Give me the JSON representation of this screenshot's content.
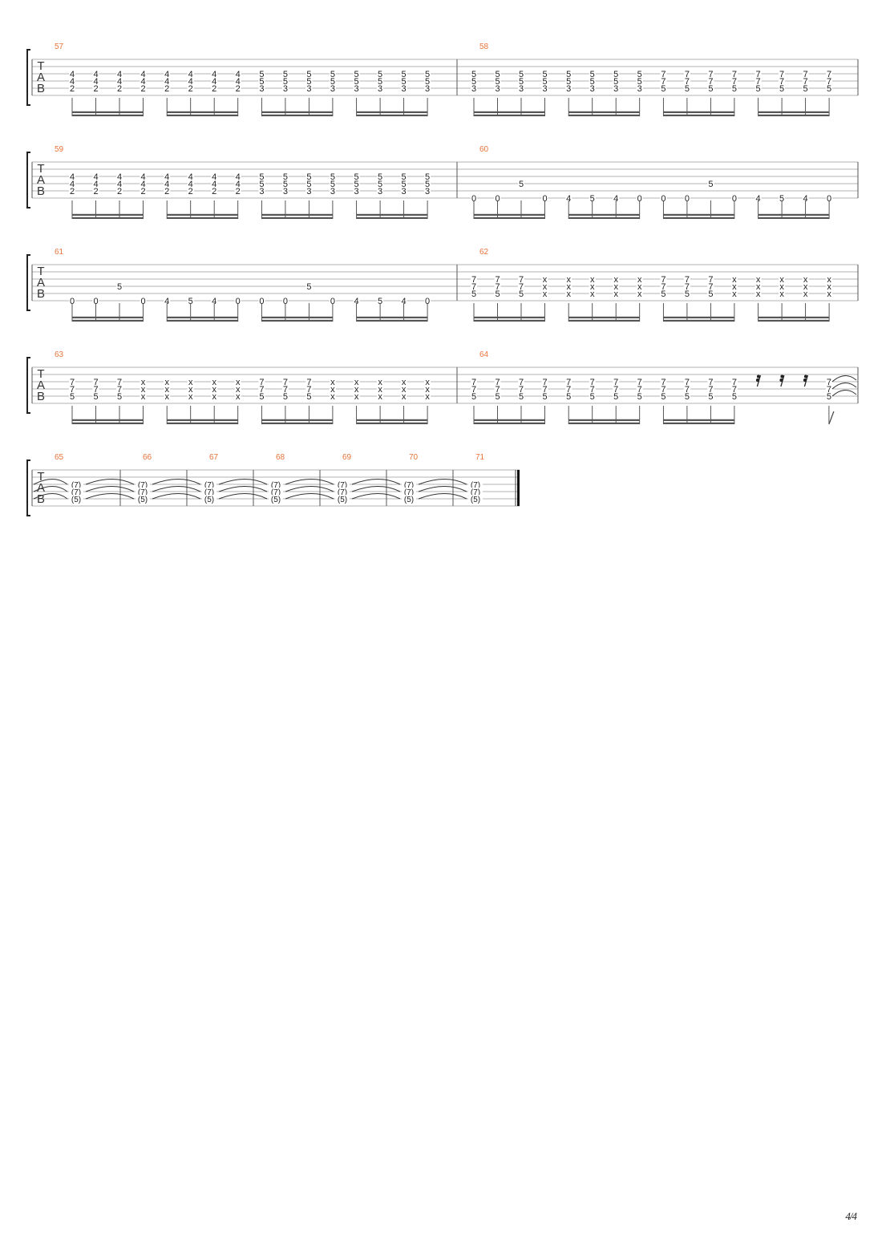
{
  "page": {
    "number": "4/4"
  },
  "clef": [
    "T",
    "A",
    "B"
  ],
  "systems": [
    {
      "measures": [
        {
          "number": "57",
          "beats": [
            [
              "4",
              "4",
              "2"
            ],
            [
              "4",
              "4",
              "2"
            ],
            [
              "4",
              "4",
              "2"
            ],
            [
              "4",
              "4",
              "2"
            ],
            [
              "4",
              "4",
              "2"
            ],
            [
              "4",
              "4",
              "2"
            ],
            [
              "4",
              "4",
              "2"
            ],
            [
              "4",
              "4",
              "2"
            ],
            [
              "5",
              "5",
              "3"
            ],
            [
              "5",
              "5",
              "3"
            ],
            [
              "5",
              "5",
              "3"
            ],
            [
              "5",
              "5",
              "3"
            ],
            [
              "5",
              "5",
              "3"
            ],
            [
              "5",
              "5",
              "3"
            ],
            [
              "5",
              "5",
              "3"
            ],
            [
              "5",
              "5",
              "3"
            ]
          ]
        },
        {
          "number": "58",
          "beats": [
            [
              "5",
              "5",
              "3"
            ],
            [
              "5",
              "5",
              "3"
            ],
            [
              "5",
              "5",
              "3"
            ],
            [
              "5",
              "5",
              "3"
            ],
            [
              "5",
              "5",
              "3"
            ],
            [
              "5",
              "5",
              "3"
            ],
            [
              "5",
              "5",
              "3"
            ],
            [
              "5",
              "5",
              "3"
            ],
            [
              "7",
              "7",
              "5"
            ],
            [
              "7",
              "7",
              "5"
            ],
            [
              "7",
              "7",
              "5"
            ],
            [
              "7",
              "7",
              "5"
            ],
            [
              "7",
              "7",
              "5"
            ],
            [
              "7",
              "7",
              "5"
            ],
            [
              "7",
              "7",
              "5"
            ],
            [
              "7",
              "7",
              "5"
            ]
          ]
        }
      ]
    },
    {
      "measures": [
        {
          "number": "59",
          "beats": [
            [
              "4",
              "4",
              "2"
            ],
            [
              "4",
              "4",
              "2"
            ],
            [
              "4",
              "4",
              "2"
            ],
            [
              "4",
              "4",
              "2"
            ],
            [
              "4",
              "4",
              "2"
            ],
            [
              "4",
              "4",
              "2"
            ],
            [
              "4",
              "4",
              "2"
            ],
            [
              "4",
              "4",
              "2"
            ],
            [
              "5",
              "5",
              "3"
            ],
            [
              "5",
              "5",
              "3"
            ],
            [
              "5",
              "5",
              "3"
            ],
            [
              "5",
              "5",
              "3"
            ],
            [
              "5",
              "5",
              "3"
            ],
            [
              "5",
              "5",
              "3"
            ],
            [
              "5",
              "5",
              "3"
            ],
            [
              "5",
              "5",
              "3"
            ]
          ]
        },
        {
          "number": "60",
          "riff": [
            "0",
            "0",
            "5",
            "0",
            "4",
            "5",
            "4",
            "0",
            "0",
            "0",
            "5",
            "0",
            "4",
            "5",
            "4",
            "0"
          ]
        }
      ]
    },
    {
      "measures": [
        {
          "number": "61",
          "riff": [
            "0",
            "0",
            "5",
            "0",
            "4",
            "5",
            "4",
            "0",
            "0",
            "0",
            "5",
            "0",
            "4",
            "5",
            "4",
            "0"
          ]
        },
        {
          "number": "62",
          "beats": [
            [
              "7",
              "7",
              "5"
            ],
            [
              "7",
              "7",
              "5"
            ],
            [
              "7",
              "7",
              "5"
            ],
            [
              "x",
              "x",
              "x"
            ],
            [
              "x",
              "x",
              "x"
            ],
            [
              "x",
              "x",
              "x"
            ],
            [
              "x",
              "x",
              "x"
            ],
            [
              "x",
              "x",
              "x"
            ],
            [
              "7",
              "7",
              "5"
            ],
            [
              "7",
              "7",
              "5"
            ],
            [
              "7",
              "7",
              "5"
            ],
            [
              "x",
              "x",
              "x"
            ],
            [
              "x",
              "x",
              "x"
            ],
            [
              "x",
              "x",
              "x"
            ],
            [
              "x",
              "x",
              "x"
            ],
            [
              "x",
              "x",
              "x"
            ]
          ]
        }
      ]
    },
    {
      "measures": [
        {
          "number": "63",
          "beats": [
            [
              "7",
              "7",
              "5"
            ],
            [
              "7",
              "7",
              "5"
            ],
            [
              "7",
              "7",
              "5"
            ],
            [
              "x",
              "x",
              "x"
            ],
            [
              "x",
              "x",
              "x"
            ],
            [
              "x",
              "x",
              "x"
            ],
            [
              "x",
              "x",
              "x"
            ],
            [
              "x",
              "x",
              "x"
            ],
            [
              "7",
              "7",
              "5"
            ],
            [
              "7",
              "7",
              "5"
            ],
            [
              "7",
              "7",
              "5"
            ],
            [
              "x",
              "x",
              "x"
            ],
            [
              "x",
              "x",
              "x"
            ],
            [
              "x",
              "x",
              "x"
            ],
            [
              "x",
              "x",
              "x"
            ],
            [
              "x",
              "x",
              "x"
            ]
          ]
        },
        {
          "number": "64",
          "beats": [
            [
              "7",
              "7",
              "5"
            ],
            [
              "7",
              "7",
              "5"
            ],
            [
              "7",
              "7",
              "5"
            ],
            [
              "7",
              "7",
              "5"
            ],
            [
              "7",
              "7",
              "5"
            ],
            [
              "7",
              "7",
              "5"
            ],
            [
              "7",
              "7",
              "5"
            ],
            [
              "7",
              "7",
              "5"
            ],
            [
              "7",
              "7",
              "5"
            ],
            [
              "7",
              "7",
              "5"
            ],
            [
              "7",
              "7",
              "5"
            ],
            [
              "7",
              "7",
              "5"
            ]
          ],
          "final_chord": [
            "7",
            "7",
            "5"
          ]
        }
      ]
    },
    {
      "measures": [
        {
          "number": "65",
          "tied": [
            "(7)",
            "(7)",
            "(5)"
          ]
        },
        {
          "number": "66",
          "tied": [
            "(7)",
            "(7)",
            "(5)"
          ]
        },
        {
          "number": "67",
          "tied": [
            "(7)",
            "(7)",
            "(5)"
          ]
        },
        {
          "number": "68",
          "tied": [
            "(7)",
            "(7)",
            "(5)"
          ]
        },
        {
          "number": "69",
          "tied": [
            "(7)",
            "(7)",
            "(5)"
          ]
        },
        {
          "number": "70",
          "tied": [
            "(7)",
            "(7)",
            "(5)"
          ]
        },
        {
          "number": "71",
          "tied": [
            "(7)",
            "(7)",
            "(5)"
          ]
        }
      ]
    }
  ]
}
